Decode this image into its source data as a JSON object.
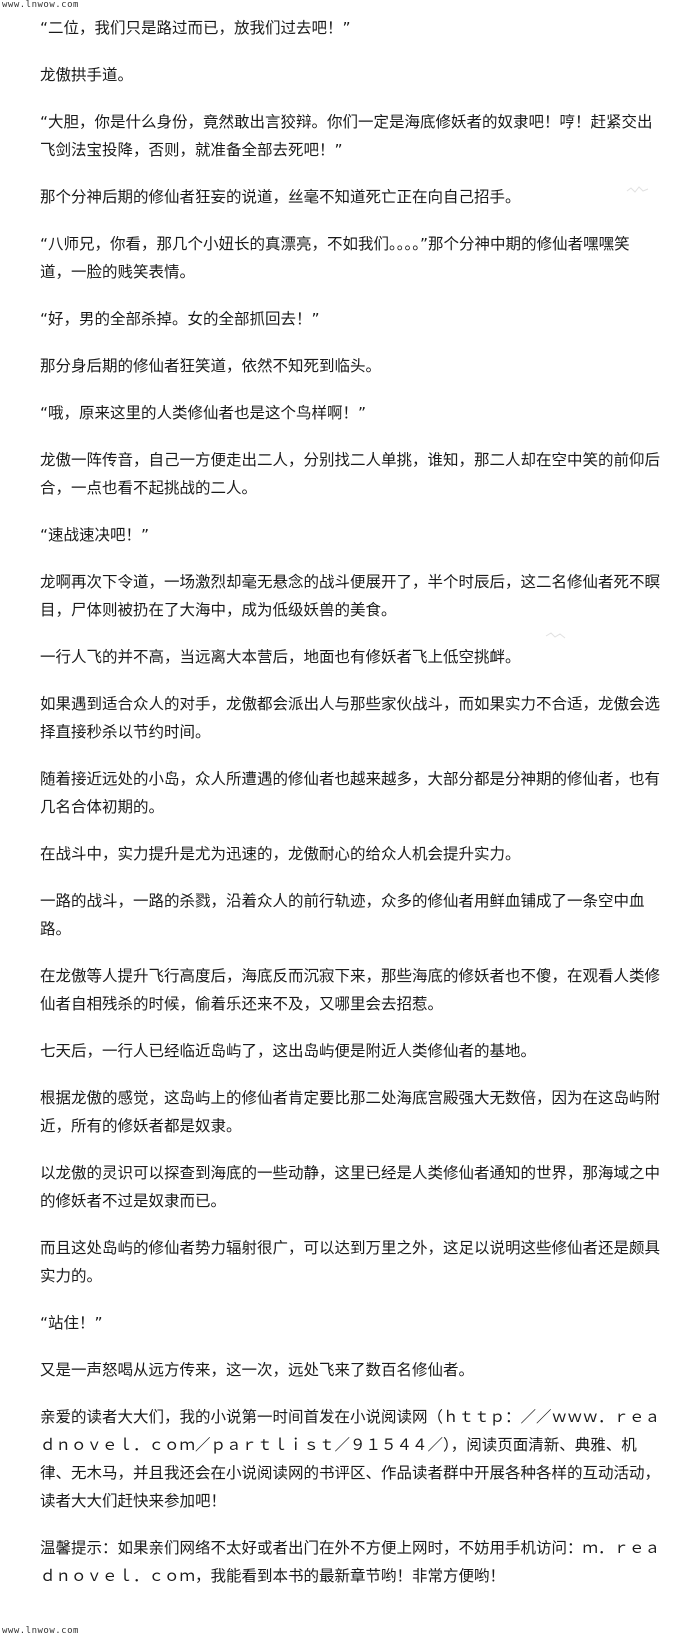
{
  "watermark_top": "www.lnwow.com",
  "watermark_bottom": "www.lnwow.com",
  "paragraphs": [
    "“二位，我们只是路过而已，放我们过去吧！”",
    "龙傲拱手道。",
    "“大胆，你是什么身份，竟然敢出言狡辩。你们一定是海底修妖者的奴隶吧！哼！赶紧交出飞剑法宝投降，否则，就准备全部去死吧！”",
    "那个分神后期的修仙者狂妄的说道，丝毫不知道死亡正在向自己招手。",
    "“八师兄，你看，那几个小妞长的真漂亮，不如我们。。。。”那个分神中期的修仙者嘿嘿笑道，一脸的贱笑表情。",
    "“好，男的全部杀掉。女的全部抓回去！”",
    "那分身后期的修仙者狂笑道，依然不知死到临头。",
    "“哦，原来这里的人类修仙者也是这个鸟样啊！”",
    "龙傲一阵传音，自己一方便走出二人，分别找二人单挑，谁知，那二人却在空中笑的前仰后合，一点也看不起挑战的二人。",
    "“速战速决吧！”",
    "龙啊再次下令道，一场激烈却毫无悬念的战斗便展开了，半个时辰后，这二名修仙者死不瞑目，尸体则被扔在了大海中，成为低级妖兽的美食。",
    "一行人飞的并不高，当远离大本营后，地面也有修妖者飞上低空挑衅。",
    "如果遇到适合众人的对手，龙傲都会派出人与那些家伙战斗，而如果实力不合适，龙傲会选择直接秒杀以节约时间。",
    "随着接近远处的小岛，众人所遭遇的修仙者也越来越多，大部分都是分神期的修仙者，也有几名合体初期的。",
    "在战斗中，实力提升是尤为迅速的，龙傲耐心的给众人机会提升实力。",
    "一路的战斗，一路的杀戮，沿着众人的前行轨迹，众多的修仙者用鲜血铺成了一条空中血路。",
    "在龙傲等人提升飞行高度后，海底反而沉寂下来，那些海底的修妖者也不傻，在观看人类修仙者自相残杀的时候，偷着乐还来不及，又哪里会去招惹。",
    "七天后，一行人已经临近岛屿了，这出岛屿便是附近人类修仙者的基地。",
    "根据龙傲的感觉，这岛屿上的修仙者肯定要比那二处海底宫殿强大无数倍，因为在这岛屿附近，所有的修妖者都是奴隶。",
    "以龙傲的灵识可以探查到海底的一些动静，这里已经是人类修仙者通知的世界，那海域之中的修妖者不过是奴隶而已。",
    "而且这处岛屿的修仙者势力辐射很广，可以达到万里之外，这足以说明这些修仙者还是颇具实力的。",
    "“站住！”",
    "又是一声怒喝从远方传来，这一次，远处飞来了数百名修仙者。",
    "亲爱的读者大大们，我的小说第一时间首发在小说阅读网（ｈｔｔｐ：／／ｗｗｗ．ｒｅａｄｎｏｖｅｌ．ｃｏｍ／ｐａｒｔｌｉｓｔ／９１５４４／），阅读页面清新、典雅、机律、无木马，并且我还会在小说阅读网的书评区、作品读者群中开展各种各样的互动活动，读者大大们赶快来参加吧！",
    "温馨提示：如果亲们网络不太好或者出门在外不方便上网时，不妨用手机访问：ｍ．ｒｅａｄｎｏｖｅｌ．ｃｏｍ，我能看到本书的最新章节哟！非常方便哟！"
  ]
}
